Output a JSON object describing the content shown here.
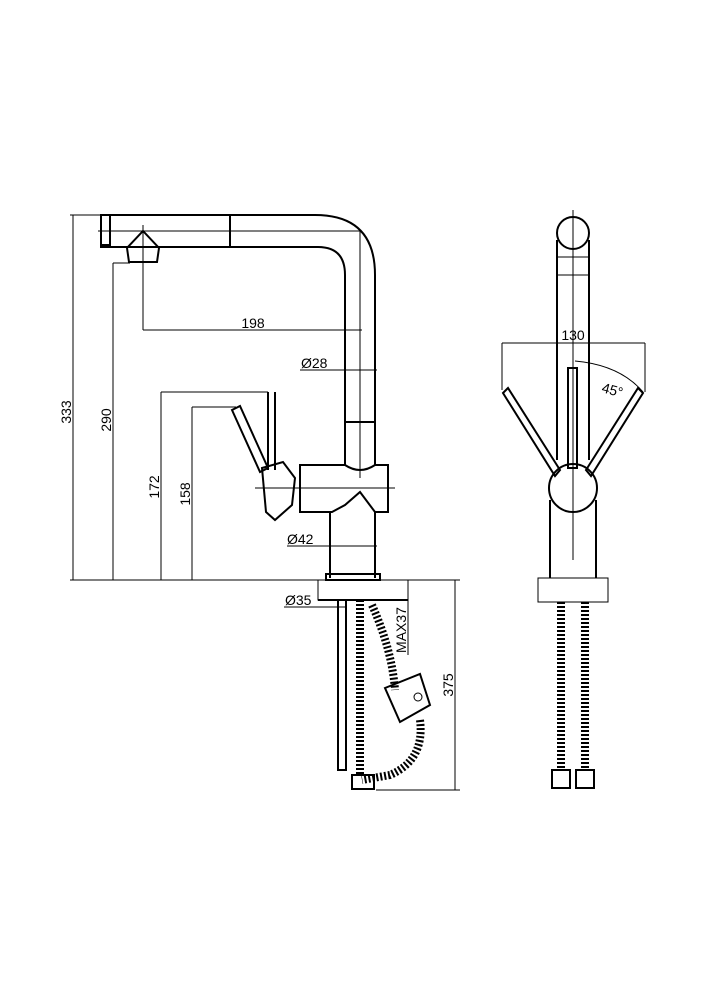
{
  "side_view": {
    "dims": {
      "total_height": "333",
      "spout_height": "290",
      "lever_height": "172",
      "body_height": "158",
      "spout_reach": "198",
      "spout_diameter": "Ø28",
      "body_diameter": "Ø42",
      "hole_diameter": "Ø35",
      "max_thickness": "MAX37",
      "hose_length": "375"
    }
  },
  "front_view": {
    "dims": {
      "lever_span": "130",
      "lever_angle": "45°"
    }
  }
}
